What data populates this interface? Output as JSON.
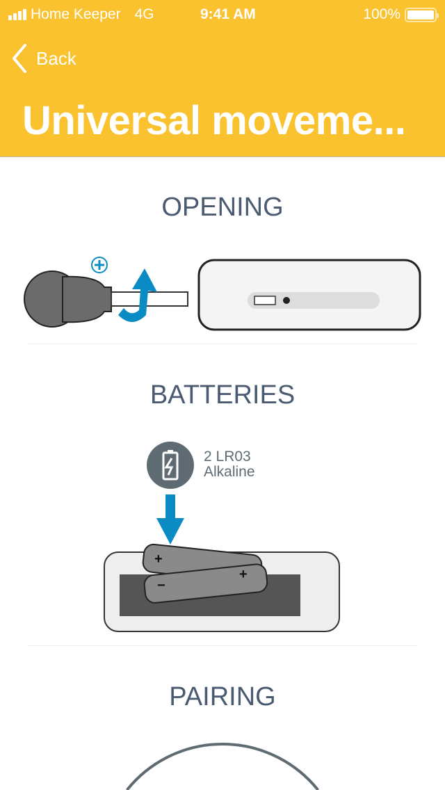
{
  "status_bar": {
    "carrier": "Home Keeper",
    "network": "4G",
    "time": "9:41 AM",
    "battery": "100%"
  },
  "nav": {
    "back_label": "Back",
    "title": "Universal moveme..."
  },
  "sections": [
    {
      "title": "OPENING"
    },
    {
      "title": "BATTERIES",
      "battery_type_line1": "2 LR03",
      "battery_type_line2": "Alkaline"
    },
    {
      "title": "PAIRING"
    }
  ],
  "colors": {
    "header": "#f9c22e",
    "accent_blue": "#0a8bc4",
    "section_title": "#4a5a70"
  }
}
